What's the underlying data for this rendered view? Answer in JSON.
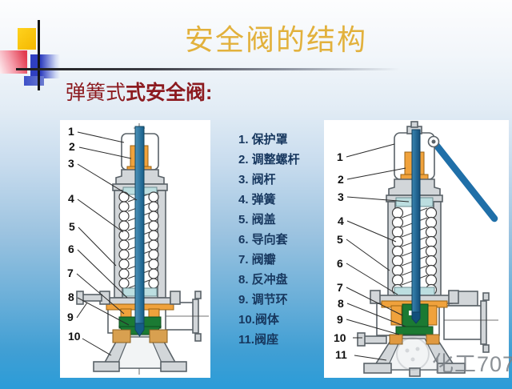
{
  "slide": {
    "title": "安全阀的结构",
    "subtitle": {
      "regular": "弹簧式",
      "bold": "式安全阀:"
    },
    "watermark": "化工707"
  },
  "legend": {
    "items": [
      "1. 保护罩",
      "2. 调整螺杆",
      "3. 阀杆",
      "4. 弹簧",
      "5. 阀盖",
      "6. 导向套",
      "7. 阀瓣",
      "8. 反冲盘",
      "9. 调节环",
      "10.阀体",
      "11.阀座"
    ]
  },
  "diagrams": {
    "left": {
      "labels": [
        "1",
        "2",
        "3",
        "4",
        "5",
        "6",
        "7",
        "8",
        "9",
        "10"
      ]
    },
    "right": {
      "labels": [
        "1",
        "2",
        "3",
        "4",
        "5",
        "6",
        "7",
        "8",
        "9",
        "10",
        "11"
      ]
    }
  },
  "colors": {
    "title_gold": "#e2b13c",
    "subtitle_red": "#8c1a1f",
    "legend_navy": "#17375e",
    "slide_bottom_blue": "#2b9cd8",
    "metal_gray": "#d2d6d9",
    "screw_orange": "#f0a23c",
    "disc_green": "#1b7a33",
    "stem_blue": "#1e6e9c",
    "lever_blue": "#1f6fa8",
    "seat_cyan": "#bcdee0",
    "seat_tan": "#d8a050"
  }
}
